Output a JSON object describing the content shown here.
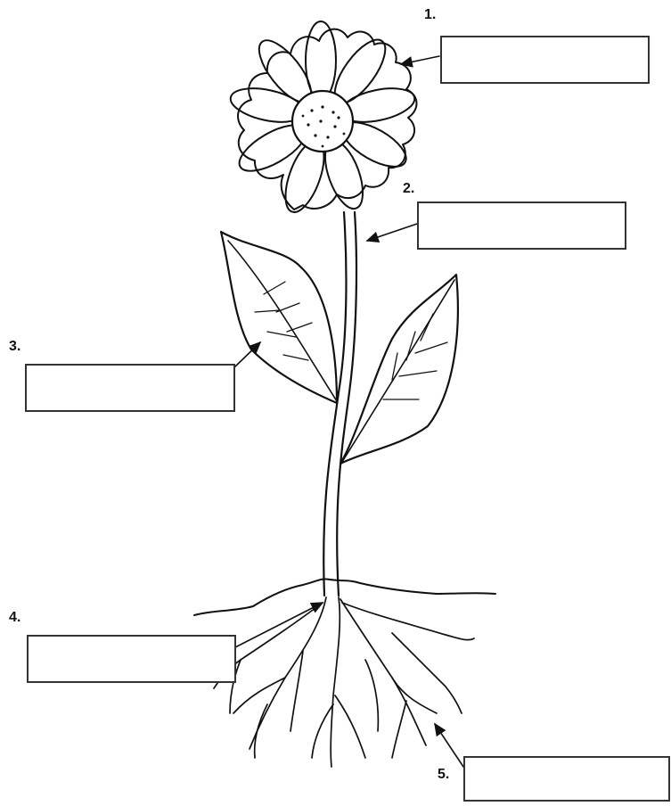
{
  "labels": [
    {
      "number": "1.",
      "answer": ""
    },
    {
      "number": "2.",
      "answer": ""
    },
    {
      "number": "3.",
      "answer": ""
    },
    {
      "number": "4.",
      "answer": ""
    },
    {
      "number": "5.",
      "answer": ""
    }
  ],
  "colors": {
    "line": "#111111",
    "box_border": "#333333",
    "background": "#ffffff"
  }
}
